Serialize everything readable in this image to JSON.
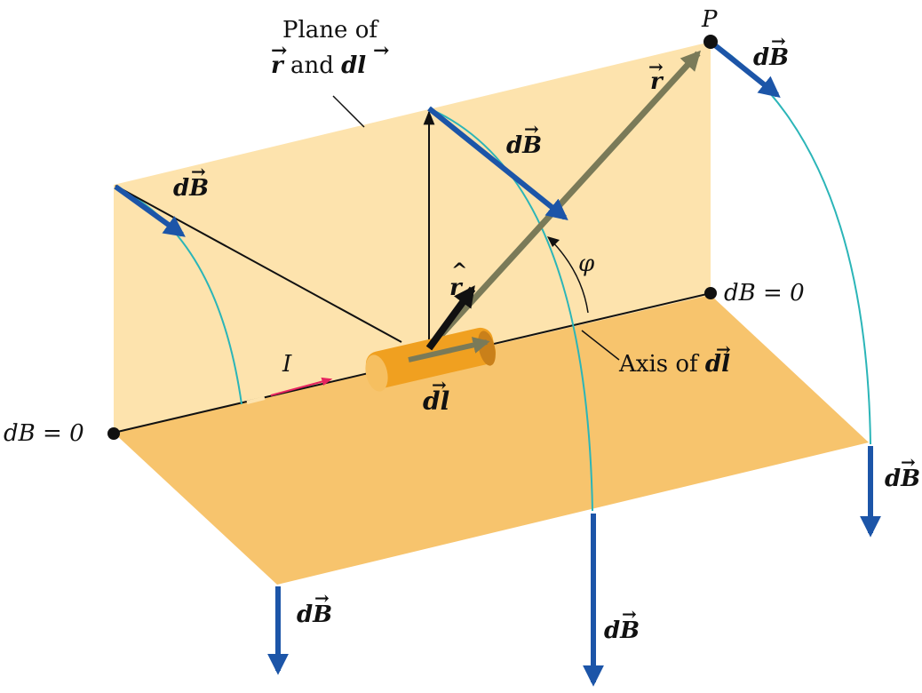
{
  "diagram": {
    "plane_label_line1": "Plane of",
    "plane_label_r": "r",
    "plane_label_and": " and ",
    "plane_label_dl": "dl",
    "point_label": "P",
    "r_label": "r",
    "r_hat_label": "r",
    "phi_label": "φ",
    "current_label": "I",
    "dl_label": "dl",
    "axis_label_prefix": "Axis of ",
    "axis_label_dl": "dl",
    "db_zero_right": "dB = 0",
    "db_zero_left": "dB = 0",
    "db_label": "dB"
  },
  "colors": {
    "vertical_plane": "#fde3ad",
    "horizontal_plane": "#f7c46d",
    "db_arrow": "#1c55a8",
    "r_arrow": "#7a7a58",
    "field_arc": "#2bb5b8",
    "current_arrow": "#e6245f",
    "element": "#f0a020"
  }
}
